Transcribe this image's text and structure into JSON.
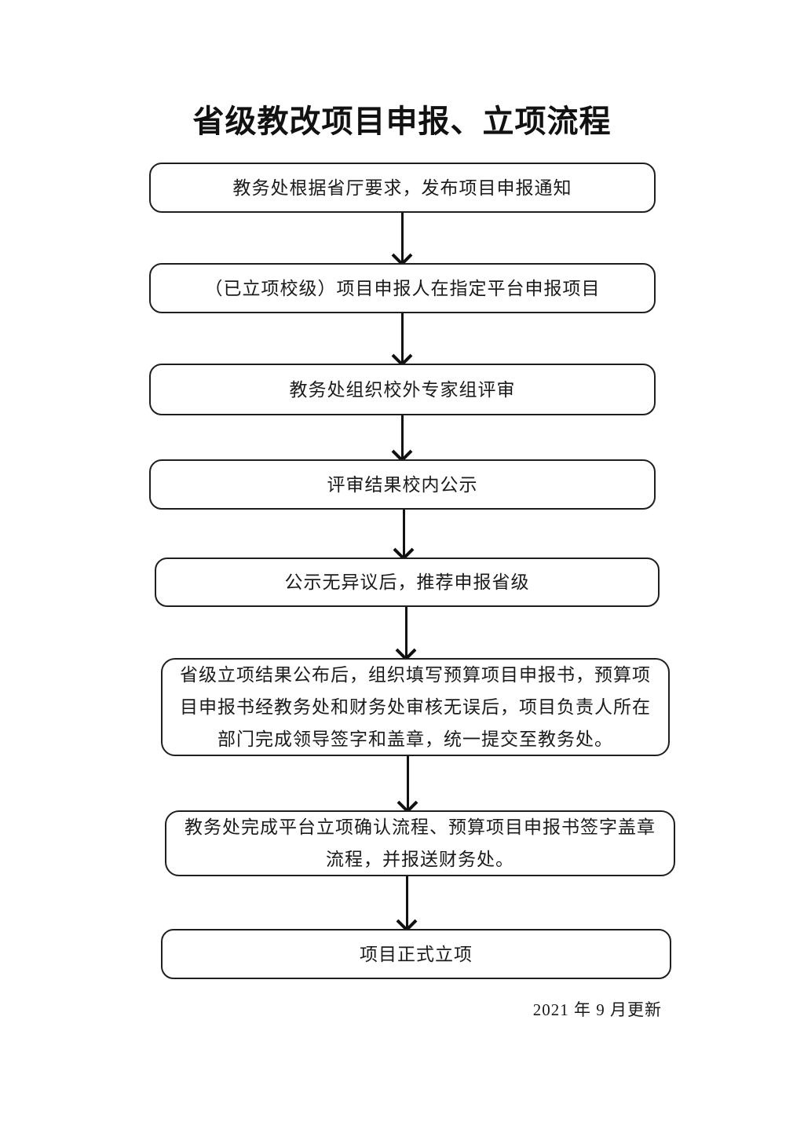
{
  "title": "省级教改项目申报、立项流程",
  "steps": [
    {
      "label": "教务处根据省厅要求，发布项目申报通知"
    },
    {
      "label": "（已立项校级）项目申报人在指定平台申报项目"
    },
    {
      "label": "教务处组织校外专家组评审"
    },
    {
      "label": "评审结果校内公示"
    },
    {
      "label": "公示无异议后，推荐申报省级"
    },
    {
      "label": "省级立项结果公布后，组织填写预算项目申报书，预算项目申报书经教务处和财务处审核无误后，项目负责人所在部门完成领导签字和盖章，统一提交至教务处。"
    },
    {
      "label": "教务处完成平台立项确认流程、预算项目申报书签字盖章流程，并报送财务处。"
    },
    {
      "label": "项目正式立项"
    }
  ],
  "footer": "2021 年 9 月更新",
  "colors": {
    "ink": "#1a1a1a",
    "background": "#ffffff"
  }
}
